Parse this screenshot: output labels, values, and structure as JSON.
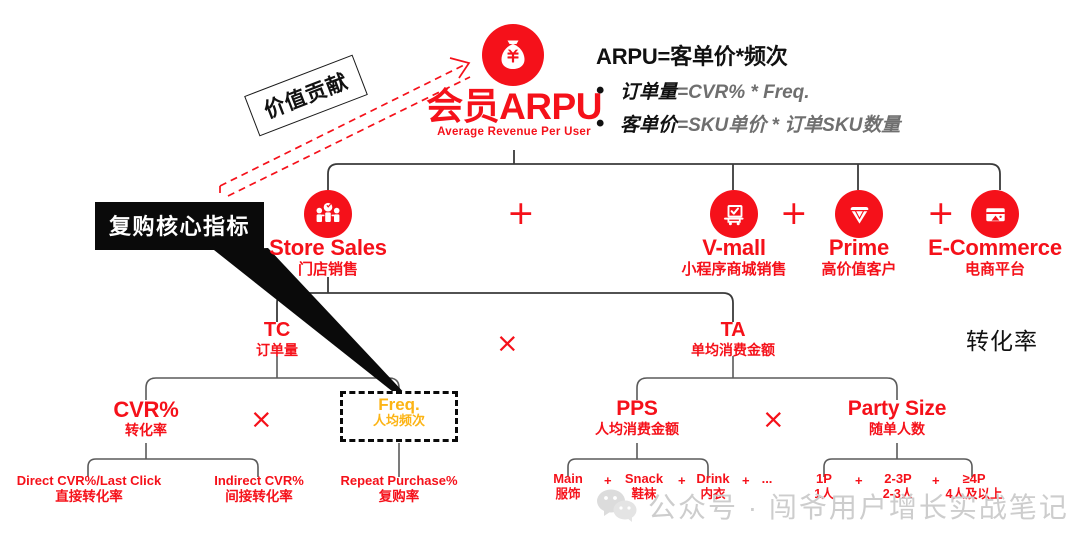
{
  "colors": {
    "brand_red": "#F5111A",
    "accent_gold": "#FCB415",
    "ink": "#111111",
    "line_grey": "#3a3a3a",
    "watermark_grey": "#cdcdcd"
  },
  "root": {
    "icon": "money-bag-icon",
    "title_cn": "会员ARPU",
    "title_en": "Average Revenue Per User"
  },
  "formula": {
    "headline": "ARPU=客单价*频次",
    "lines": [
      {
        "bullet": "•",
        "left": "订单量",
        "right": "=CVR% * Freq."
      },
      {
        "bullet": "•",
        "left": "客单价",
        "right": "=SKU单价 * 订单SKU数量"
      }
    ]
  },
  "callouts": {
    "value_contribution": "价值贡献",
    "repurchase_core": "复购核心指标"
  },
  "channels": [
    {
      "icon": "store-people-icon",
      "en": "Store Sales",
      "cn": "门店销售"
    },
    {
      "icon": "cart-check-icon",
      "en": "V-mall",
      "cn": "小程序商城销售"
    },
    {
      "icon": "diamond-icon",
      "en": "Prime",
      "cn": "高价值客户"
    },
    {
      "icon": "briefcase-icon",
      "en": "E-Commerce",
      "cn": "电商平台"
    }
  ],
  "operators": {
    "plus": "+",
    "times": "×",
    "small_plus": "+"
  },
  "level2": [
    {
      "en": "TC",
      "cn": "订单量"
    },
    {
      "en": "TA",
      "cn": "单均消费金额"
    }
  ],
  "level3": [
    {
      "en": "CVR%",
      "cn": "转化率"
    },
    {
      "en": "Freq.",
      "cn": "人均频次",
      "highlight": true
    },
    {
      "en": "PPS",
      "cn": "人均消费金额"
    },
    {
      "en": "Party Size",
      "cn": "随单人数"
    }
  ],
  "leaves": {
    "cvr": [
      {
        "en": "Direct CVR%/Last Click",
        "cn": "直接转化率"
      },
      {
        "en": "Indirect CVR%",
        "cn": "间接转化率"
      }
    ],
    "freq": [
      {
        "en": "Repeat Purchase%",
        "cn": "复购率"
      }
    ],
    "pps": [
      {
        "en": "Main",
        "cn": "服饰"
      },
      {
        "en": "Snack",
        "cn": "鞋袜"
      },
      {
        "en": "Drink",
        "cn": "内衣"
      },
      {
        "en": "...",
        "cn": ""
      }
    ],
    "party_size": [
      {
        "en": "1P",
        "cn": "1人"
      },
      {
        "en": "2-3P",
        "cn": "2-3人"
      },
      {
        "en": "≥4P",
        "cn": "4人及以上"
      }
    ]
  },
  "annotations": {
    "conversion_rate": "转化率"
  },
  "watermark": {
    "icon": "wechat-icon",
    "text": "公众号 · 闯爷用户增长实战笔记"
  }
}
